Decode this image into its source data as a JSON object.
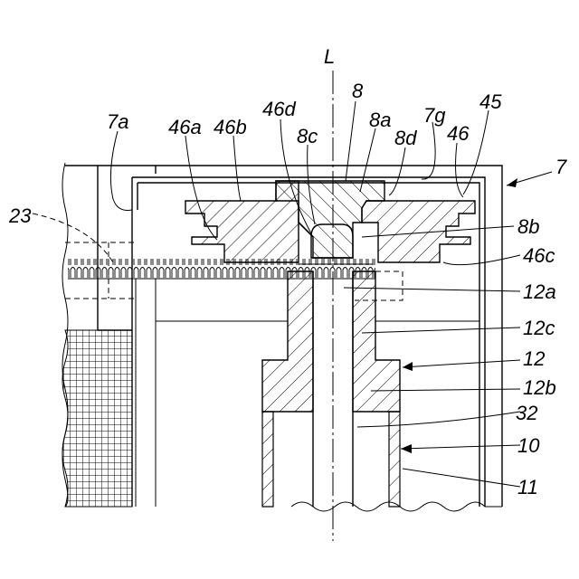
{
  "labels": {
    "L": "L",
    "r8": "8",
    "r8a": "8a",
    "r7g": "7g",
    "r45": "45",
    "r7a": "7a",
    "r46a": "46a",
    "r46b": "46b",
    "r46d": "46d",
    "r8c": "8c",
    "r8d": "8d",
    "r46": "46",
    "r7": "7",
    "r23": "23",
    "r8b": "8b",
    "r46c": "46c",
    "r12a": "12a",
    "r12c": "12c",
    "r12": "12",
    "r12b": "12b",
    "r32": "32",
    "r10": "10",
    "r11": "11"
  }
}
